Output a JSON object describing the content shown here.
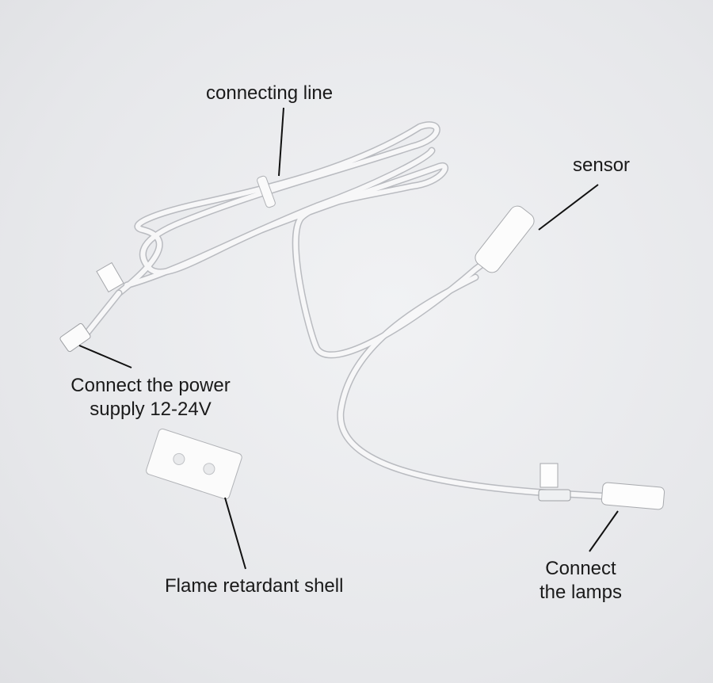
{
  "labels": {
    "connecting_line": "connecting line",
    "sensor": "sensor",
    "power_line1": "Connect the power",
    "power_line2": "supply 12-24V",
    "shell": "Flame retardant shell",
    "lamps_line1": "Connect",
    "lamps_line2": "the lamps"
  },
  "colors": {
    "background": "#e8e9eb",
    "cable": "#f7f7f8",
    "text": "#1a1a1a"
  }
}
